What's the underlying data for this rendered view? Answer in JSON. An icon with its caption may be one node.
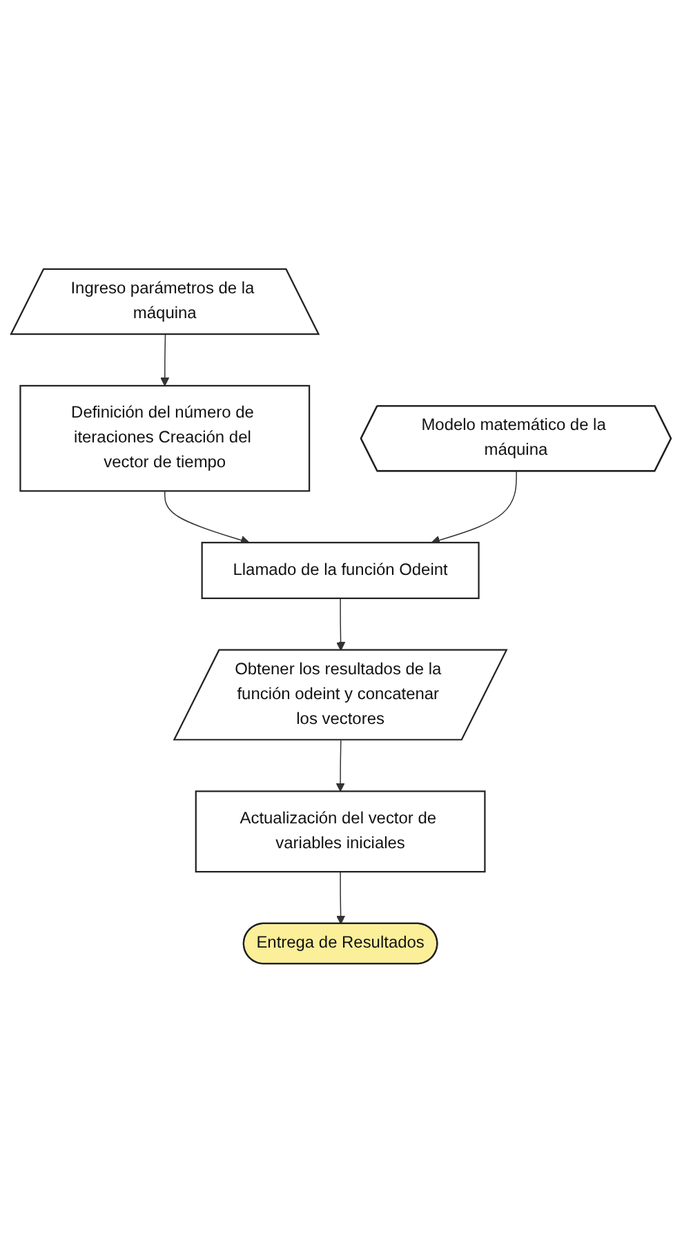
{
  "diagram": {
    "nodes": [
      {
        "text": [
          "Ingreso parámetros de la máquina"
        ]
      },
      {
        "text": [
          "Definición del número de iteraciones Creación del vector de tiempo"
        ]
      },
      {
        "text": [
          "Llamado de la función Odeint"
        ]
      },
      {
        "text": [
          "Modelo matemático de la máquina"
        ]
      },
      {
        "text": [
          "Obtener los resultados de la función odeint y concatenar los vectores"
        ]
      },
      {
        "text": [
          "Actualización del vector de variables iniciales"
        ]
      },
      {
        "text": [
          "Entrega de Resultados"
        ]
      }
    ],
    "edges": [
      {
        "from": 0,
        "to": 1,
        "arrow": "to"
      },
      {
        "from": 1,
        "to": 2,
        "arrow": "to"
      },
      {
        "from": 3,
        "to": 2,
        "arrow": "to"
      },
      {
        "from": 2,
        "to": 4,
        "arrow": "to"
      },
      {
        "from": 4,
        "to": 5,
        "arrow": "to"
      },
      {
        "from": 5,
        "to": 6,
        "arrow": "to"
      }
    ]
  }
}
